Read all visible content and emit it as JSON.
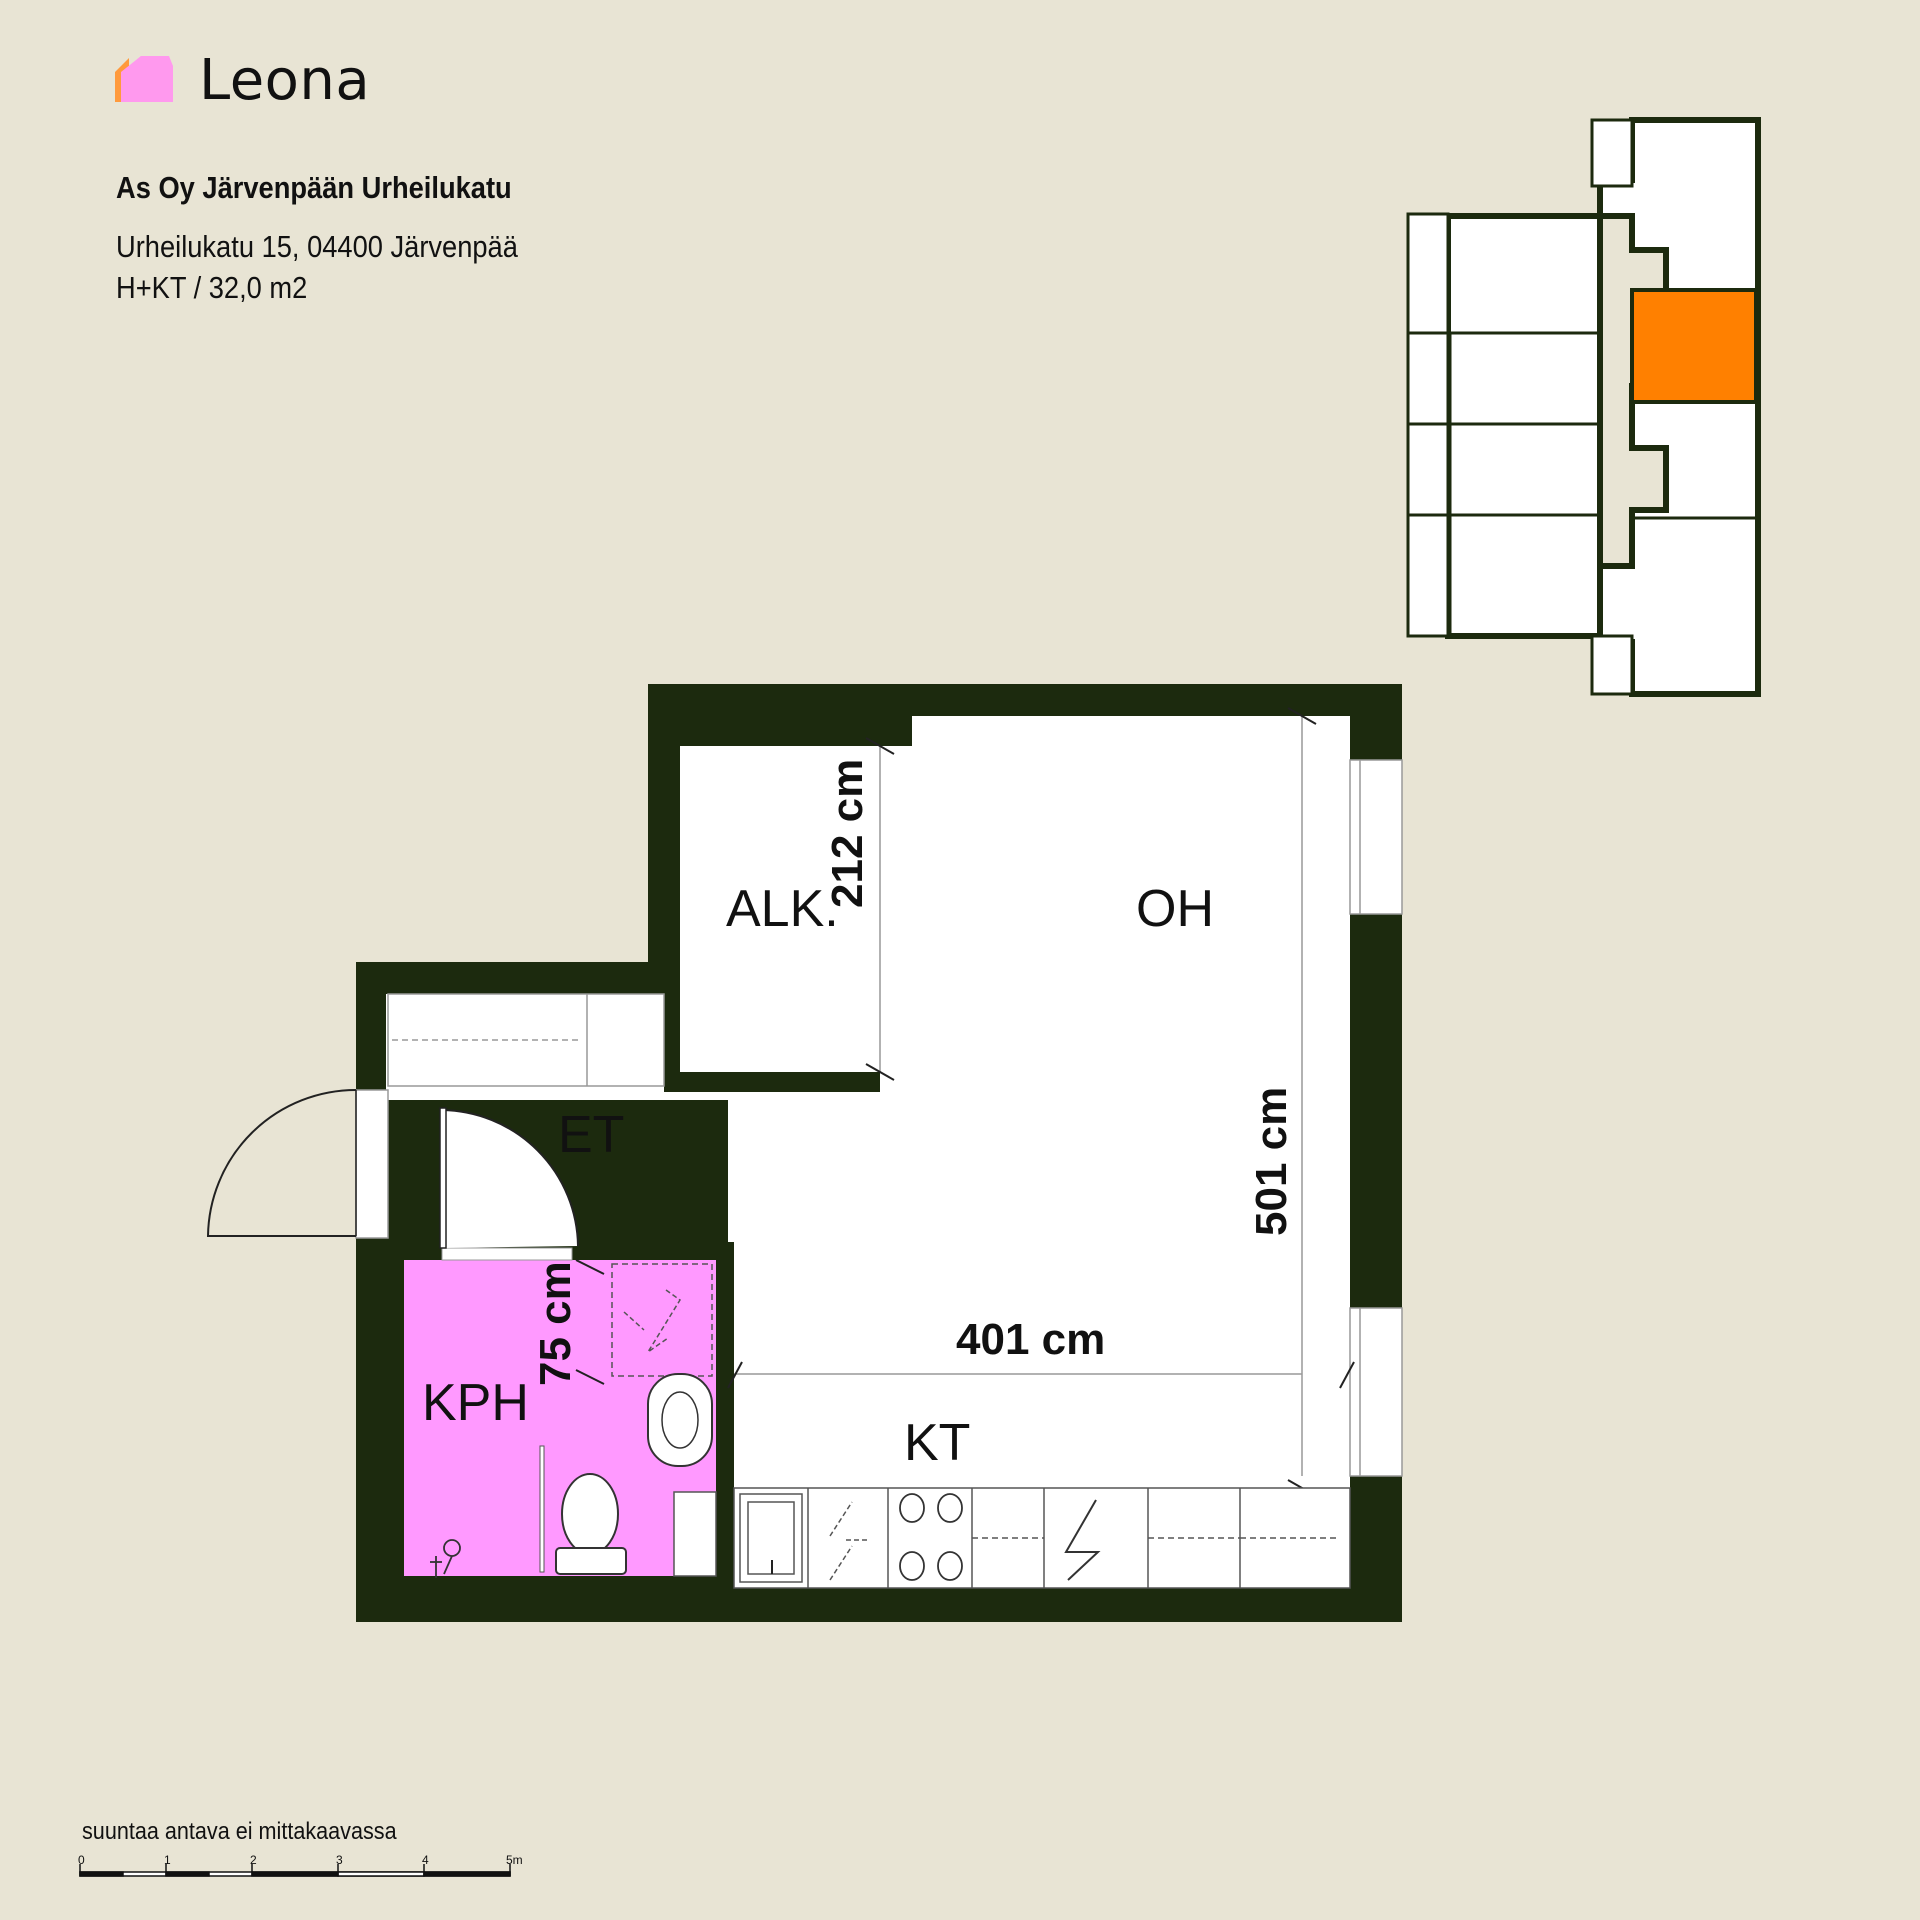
{
  "brand": {
    "name": "Leona",
    "colors": {
      "logo_front": "#ff99ee",
      "logo_side": "#ff9a3c"
    }
  },
  "project": {
    "name": "As Oy Järvenpään Urheilukatu",
    "address": "Urheilukatu 15, 04400 Järvenpää",
    "unit": "H+KT / 32,0 m2"
  },
  "rooms": {
    "alk": "ALK.",
    "oh": "OH",
    "et": "ET",
    "kph": "KPH",
    "kt": "KT"
  },
  "dimensions": {
    "alk_width": "212 cm",
    "oh_depth": "501 cm",
    "oh_width": "401 cm",
    "kph_door": "75 cm"
  },
  "scale": {
    "note": "suuntaa antava ei mittakaavassa",
    "ticks": [
      "0",
      "1",
      "2",
      "3",
      "4",
      "5m"
    ]
  },
  "colors": {
    "wall": "#1c2a0e",
    "background": "#e8e4d4",
    "bathroom": "#ff99ff",
    "highlight_unit": "#ff8000",
    "floor": "#ffffff"
  }
}
